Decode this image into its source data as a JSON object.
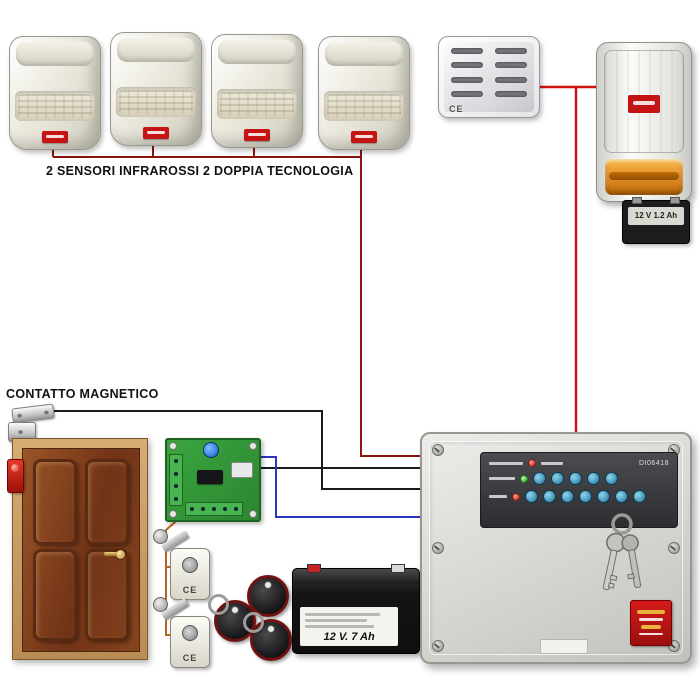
{
  "captions": {
    "sensors": "2 SENSORI INFRAROSSI 2 DOPPIA TECNOLOGIA",
    "magnetic_contact": "CONTATTO MAGNETICO"
  },
  "indoor_siren": {
    "ce": "CE"
  },
  "key_switch": {
    "ce": "CE"
  },
  "small_battery": {
    "label": "12 V 1.2 Ah"
  },
  "main_battery": {
    "label": "12 V. 7 Ah"
  },
  "panel": {
    "serial": "DI06418"
  },
  "colors": {
    "wire_sensor_bus": "#8a1511",
    "wire_siren_red": "#d41111",
    "wire_black": "#1a1a1a",
    "wire_blue": "#2a35c0",
    "wire_orange": "#b5651d",
    "pcb_green": "#2f9e33",
    "strobe_orange": "#e8912a",
    "sticker_red": "#c41414"
  }
}
